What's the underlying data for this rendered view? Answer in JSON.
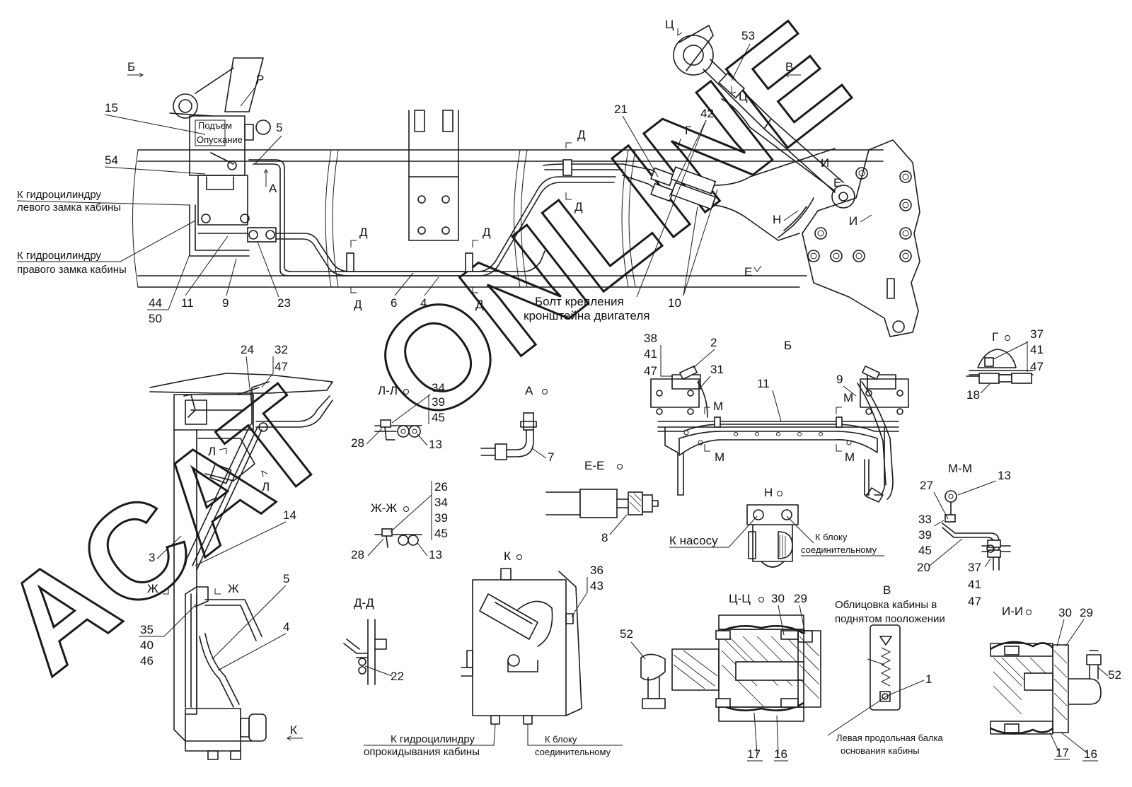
{
  "watermark": {
    "word1": "ACAT",
    "word2": "ONLINE"
  },
  "views": {
    "B_top": "Б",
    "P": "Р",
    "V": "В",
    "Ts": "Ц",
    "A": "А",
    "G": "Г",
    "D": "Д",
    "E": "Е",
    "I": "И",
    "N": "Н",
    "L": "Л",
    "Zh": "Ж",
    "K": "К",
    "M": "М",
    "LL": "Л-Л",
    "A_view": "А",
    "EE": "Е-Е",
    "ZhZh": "Ж-Ж",
    "DD": "Д-Д",
    "K_view": "К",
    "N_view": "Н",
    "MM": "М-М",
    "G_view": "Г",
    "B_view": "Б",
    "TsTs": "Ц-Ц",
    "V_view": "В",
    "II": "И-И"
  },
  "captions": {
    "left_lock": [
      "К гидроцилиндру",
      "левого замка кабины"
    ],
    "right_lock": [
      "К гидроцилиндру",
      "правого замка кабины"
    ],
    "engine_bolt": [
      "Болт крепления",
      "кронштейна двигателя"
    ],
    "to_pump": "К насосу",
    "to_block_n": [
      "К блоку",
      "соединительному"
    ],
    "tilt_cyl": [
      "К гидроцилиндру",
      "опрокидывания кабины"
    ],
    "to_block_k": [
      "К блоку",
      "соединительному"
    ],
    "cab_lining": [
      "Облицовка кабины в",
      "поднятом пооложении"
    ],
    "left_beam": [
      "Левая продольная балка",
      "основания кабины"
    ],
    "pump_plate": [
      "Подъем",
      "Опускание"
    ]
  },
  "callouts": {
    "c15": "15",
    "c54": "54",
    "c5": "5",
    "c44": "44",
    "c50": "50",
    "c11": "11",
    "c9": "9",
    "c23": "23",
    "c6": "6",
    "c4": "4",
    "c21": "21",
    "c42": "42",
    "c53": "53",
    "c10": "10",
    "c24": "24",
    "c32": "32",
    "c47": "47",
    "c14": "14",
    "c3": "3",
    "c35": "35",
    "c40": "40",
    "c46": "46",
    "c5b": "5",
    "c4b": "4",
    "c34": "34",
    "c39": "39",
    "c45": "45",
    "c28": "28",
    "c13": "13",
    "c7": "7",
    "c26": "26",
    "c34b": "34",
    "c39b": "39",
    "c45b": "45",
    "c28b": "28",
    "c13b": "13",
    "c8": "8",
    "c22": "22",
    "c36": "36",
    "c43": "43",
    "c38": "38",
    "c41": "41",
    "c47b": "47",
    "c2": "2",
    "c31": "31",
    "c11b": "11",
    "c9b": "9",
    "c37": "37",
    "c41b": "41",
    "c47c": "47",
    "c18": "18",
    "c27": "27",
    "c13c": "13",
    "c33": "33",
    "c39c": "39",
    "c45c": "45",
    "c20": "20",
    "c37b": "37",
    "c41c": "41",
    "c47d": "47",
    "c30": "30",
    "c29": "29",
    "c52": "52",
    "c17": "17",
    "c16": "16",
    "c1": "1",
    "c30b": "30",
    "c29b": "29",
    "c52b": "52",
    "c17b": "17",
    "c16b": "16"
  }
}
